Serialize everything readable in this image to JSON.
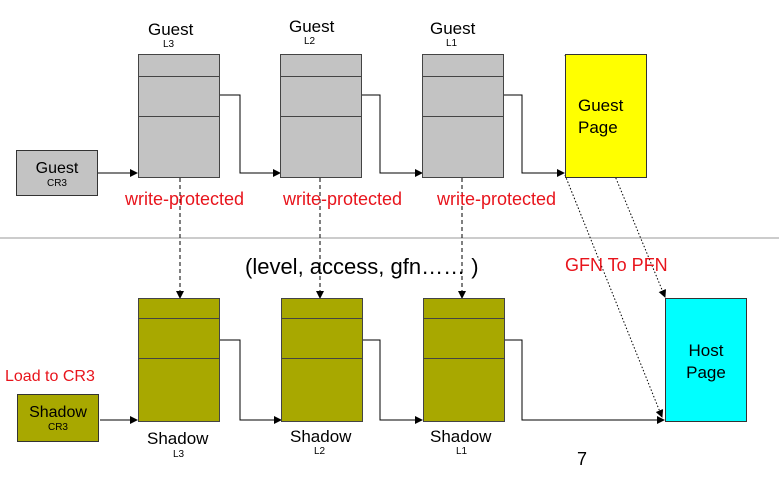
{
  "guest_tables": {
    "l3": {
      "title": "Guest",
      "level": "L3"
    },
    "l2": {
      "title": "Guest",
      "level": "L2"
    },
    "l1": {
      "title": "Guest",
      "level": "L1"
    }
  },
  "guest_cr3": {
    "title": "Guest",
    "sub": "CR3"
  },
  "guest_page": {
    "line1": "Guest",
    "line2": "Page"
  },
  "write_protected": [
    "write-protected",
    "write-protected",
    "write-protected"
  ],
  "tuple_label": "(level, access, gfn…… )",
  "gfn_to_pfn": "GFN To PFN",
  "load_to_cr3": "Load to CR3",
  "shadow_cr3": {
    "title": "Shadow",
    "sub": "CR3"
  },
  "shadow_tables": {
    "l3": {
      "title": "Shadow",
      "level": "L3"
    },
    "l2": {
      "title": "Shadow",
      "level": "L2"
    },
    "l1": {
      "title": "Shadow",
      "level": "L1"
    }
  },
  "host_page": {
    "line1": "Host",
    "line2": "Page"
  },
  "page_number": "7",
  "colors": {
    "guest_table": "#c3c3c3",
    "shadow_table": "#a8a800",
    "guest_page": "#ffff00",
    "host_page": "#00ffff",
    "red_text": "#e8141c"
  }
}
